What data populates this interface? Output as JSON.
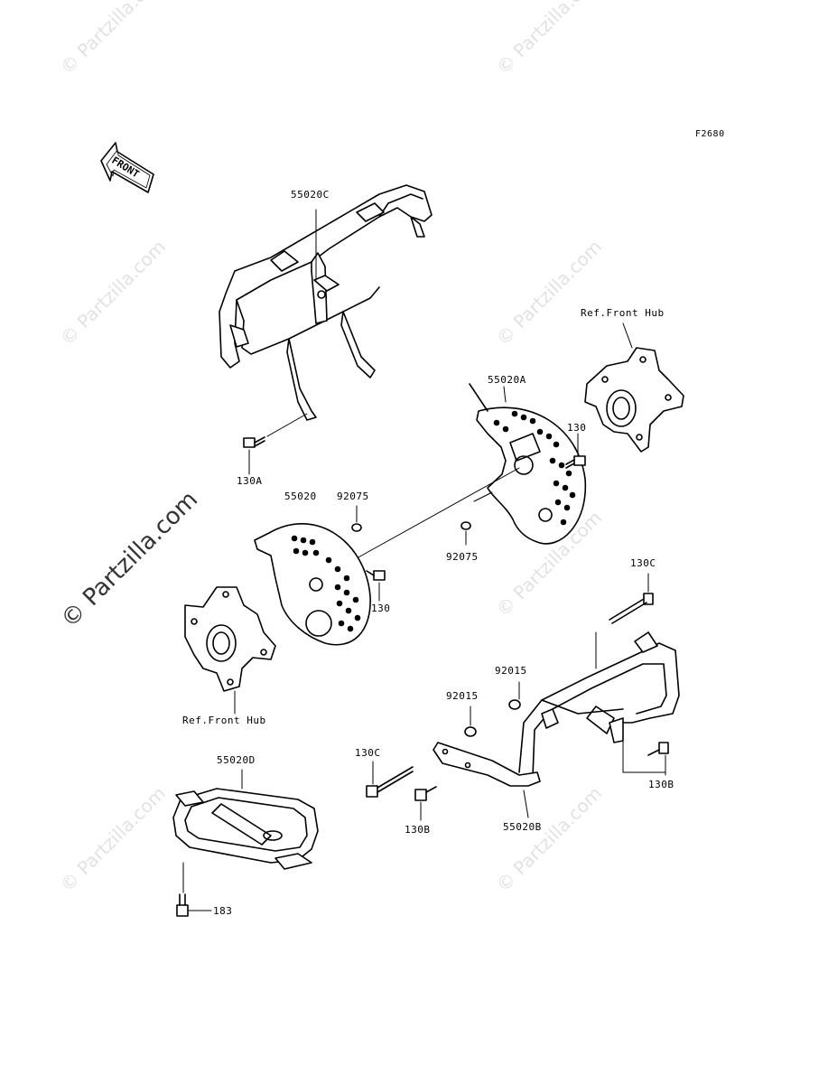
{
  "diagram": {
    "figure_code": "F2680",
    "front_arrow_label": "FRONT",
    "watermark_text": "© Partzilla.com",
    "watermark_main": "© Partzilla.com",
    "labels": {
      "p55020C": "55020C",
      "p55020A": "55020A",
      "p55020": "55020",
      "p92075a": "92075",
      "p92075b": "92075",
      "p130a": "130",
      "p130b": "130",
      "p130A": "130A",
      "p130C_right": "130C",
      "p130C_left": "130C",
      "p92015a": "92015",
      "p92015b": "92015",
      "p55020D": "55020D",
      "p55020B": "55020B",
      "p130B_right": "130B",
      "p130B_left": "130B",
      "p183": "183",
      "refHub_top": "Ref.Front Hub",
      "refHub_bottom": "Ref.Front Hub"
    },
    "colors": {
      "ink": "#000000",
      "watermark": "#e2e2e2"
    }
  }
}
